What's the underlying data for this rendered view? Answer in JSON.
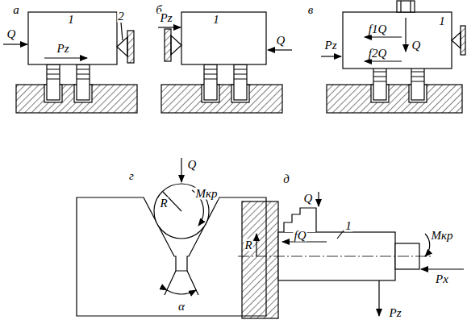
{
  "diagram": {
    "labels": [
      "а",
      "1",
      "2",
      "Q",
      "Pz",
      "б",
      "1",
      "Pz",
      "Q",
      "в",
      "1",
      "Pz",
      "f1Q",
      "Q",
      "f2Q",
      "г",
      "Q",
      "R",
      "Mкр",
      "α",
      "д",
      "Q",
      "1",
      "fQ",
      "Mкр",
      "R",
      "Px",
      "Pz"
    ]
  }
}
